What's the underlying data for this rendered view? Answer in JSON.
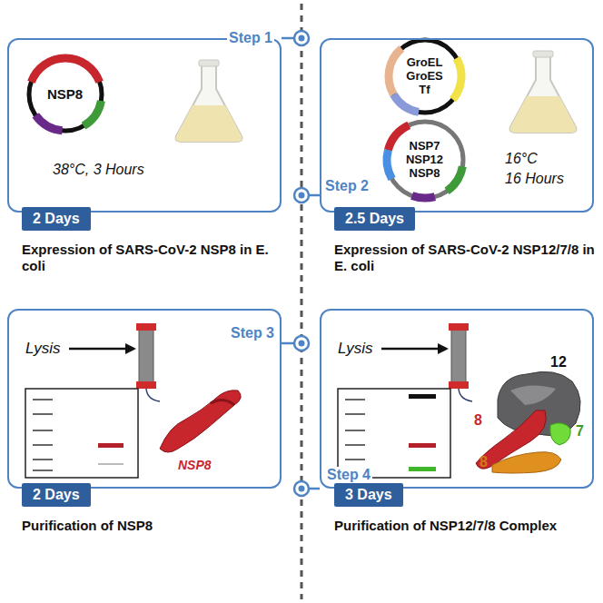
{
  "diagram": {
    "nodes": [
      {
        "text": [
          "Expression of SARS-CoV-2 NSP8 in E. coli"
        ]
      },
      {
        "text": [
          "2 Days"
        ],
        "in": 0
      },
      {
        "text": [
          "NSP8"
        ],
        "in": 0
      },
      {
        "text": [
          "Expression of SARS-CoV-2 NSP12/7/8 in E. coli"
        ]
      },
      {
        "text": [
          "2.5 Days"
        ],
        "in": 3
      },
      {
        "text": [
          "GroEL",
          "GroES",
          "Tf"
        ],
        "in": 3
      },
      {
        "text": [
          "NSP7",
          "NSP12",
          "NSP8"
        ],
        "in": 3
      },
      {
        "text": [
          "Purification of NSP8"
        ]
      },
      {
        "text": [
          "2 Days"
        ],
        "in": 7
      },
      {
        "text": [
          "Purification of NSP12/7/8 Complex"
        ]
      },
      {
        "text": [
          "3 Days"
        ],
        "in": 9
      }
    ],
    "labels": [
      "Step 1",
      "Step 2",
      "Step 3",
      "Step 4",
      "38°C, 3 Hours",
      "16°C",
      "16 Hours",
      "Lysis",
      "NSP8",
      "Lysis",
      "12",
      "8",
      "8",
      "7"
    ]
  }
}
